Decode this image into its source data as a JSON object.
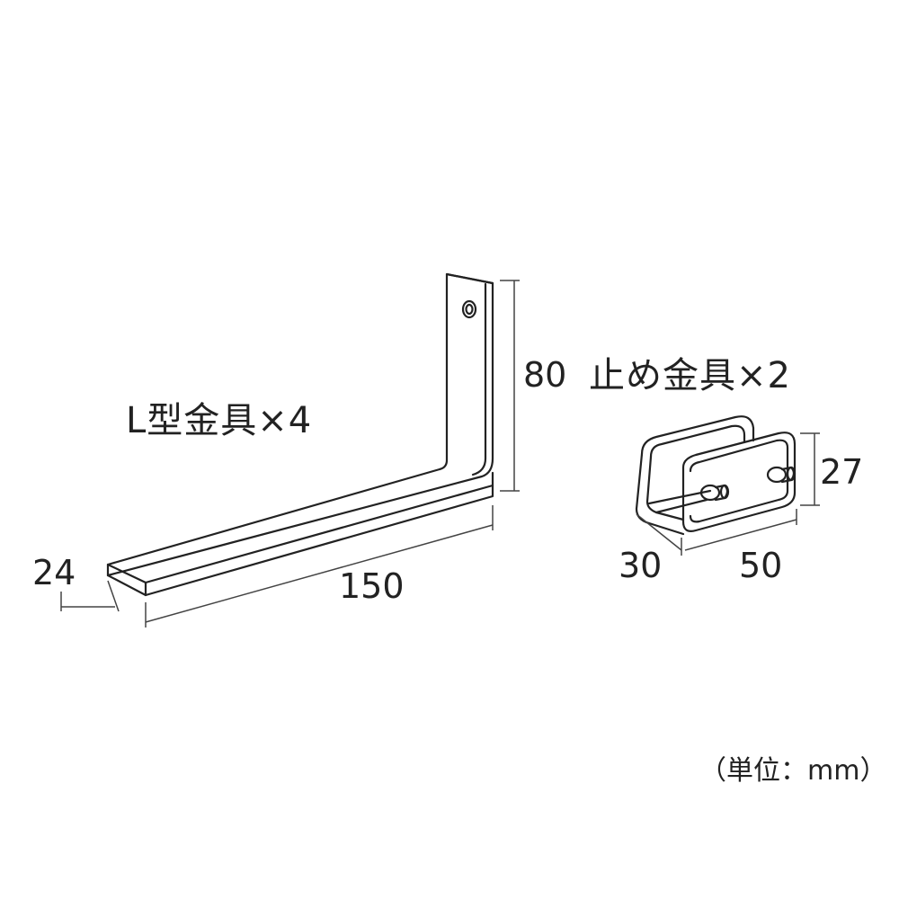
{
  "l_bracket": {
    "title": "L型金具×4",
    "dim_height": "80",
    "dim_length": "150",
    "dim_width": "24"
  },
  "stopper": {
    "title": "止め金具×2",
    "dim_height": "27",
    "dim_width": "30",
    "dim_length": "50"
  },
  "unit_note": "（単位：mm）",
  "colors": {
    "line": "#222222",
    "dimension_line": "#444444",
    "background": "#ffffff"
  }
}
